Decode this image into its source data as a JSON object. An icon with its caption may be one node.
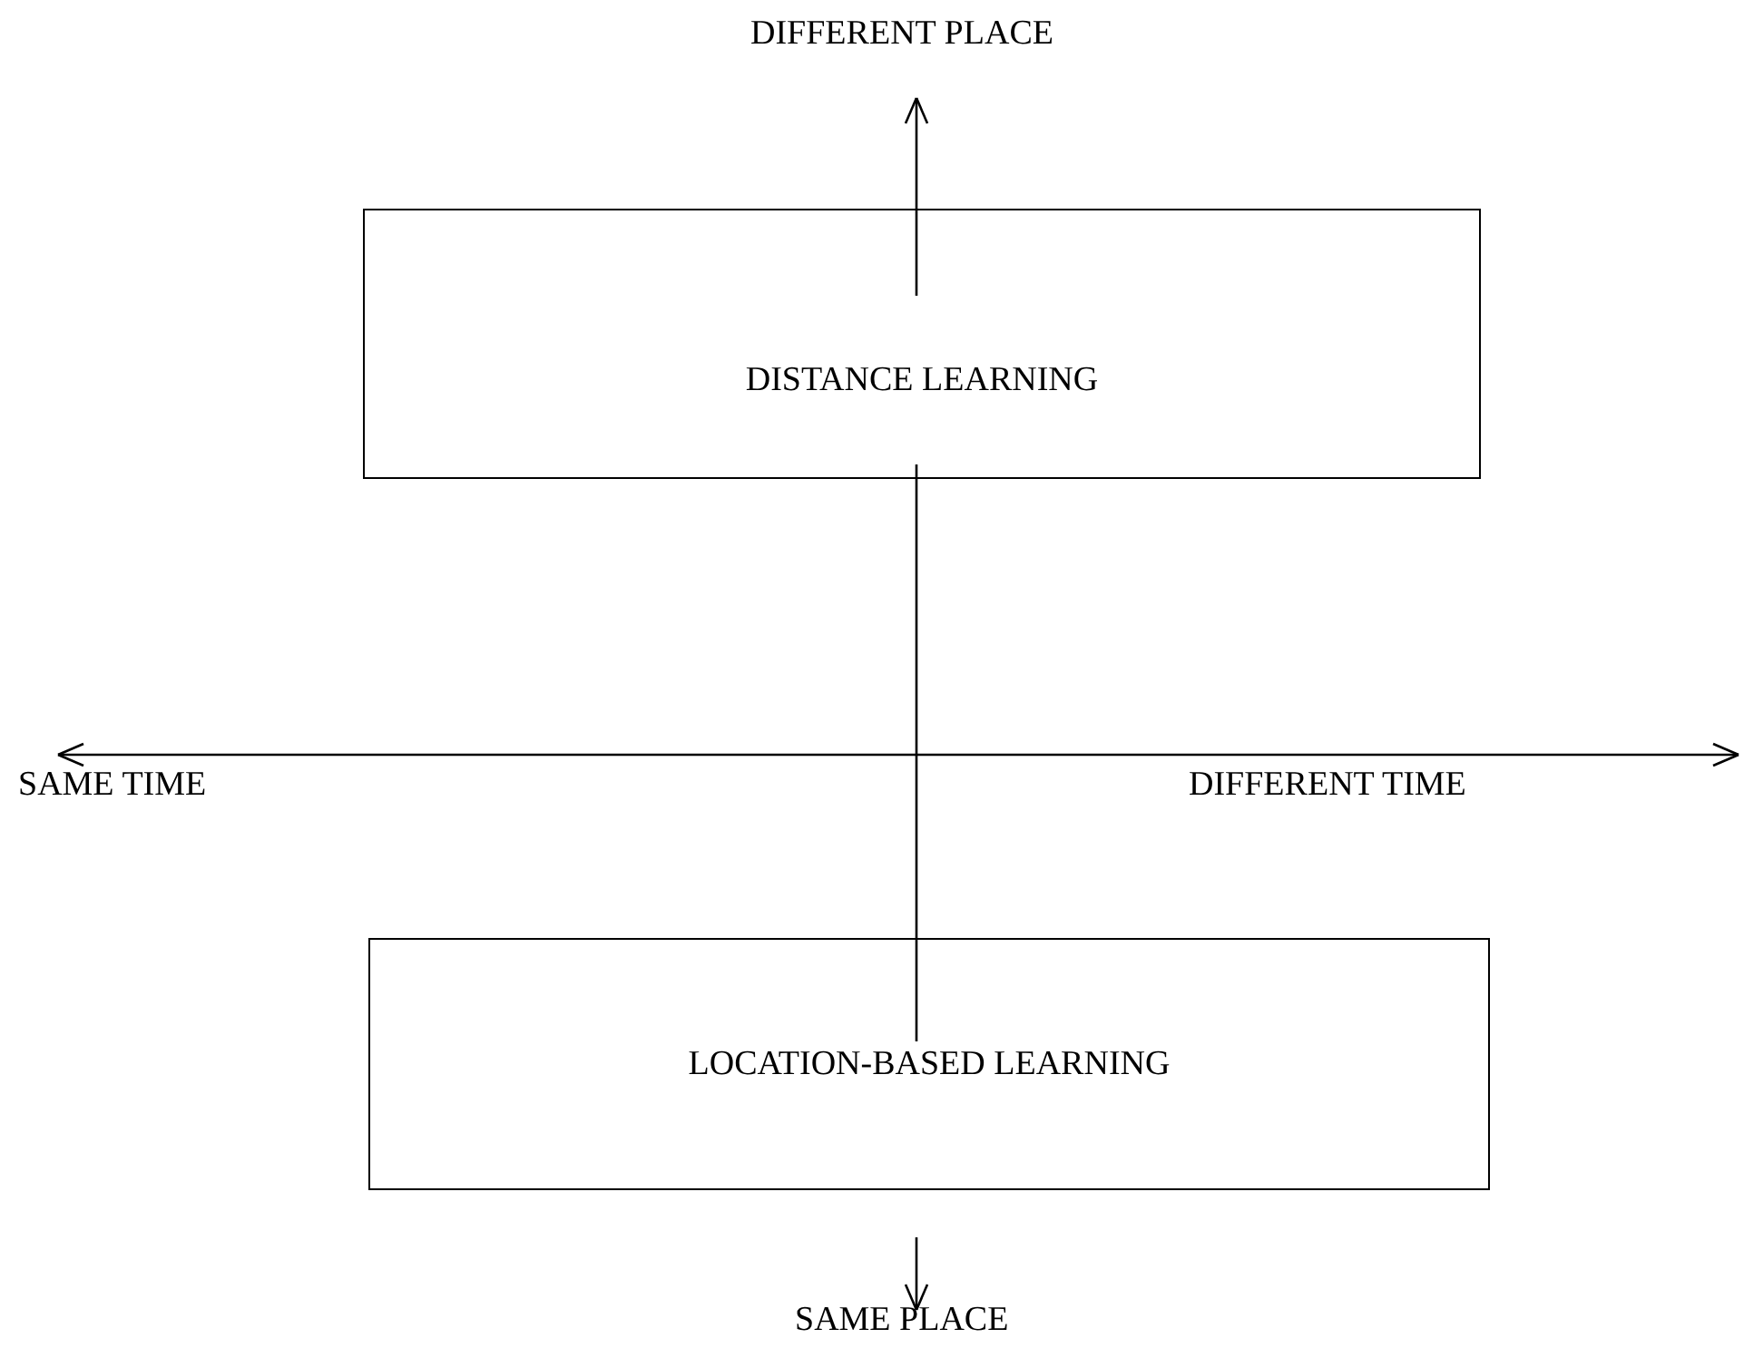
{
  "diagram": {
    "nodes": [
      {
        "text": [
          "DISTANCE LEARNING"
        ]
      },
      {
        "text": [
          "LOCATION-BASED LEARNING"
        ]
      }
    ],
    "labels": [
      "DIFFERENT PLACE",
      "SAME TIME",
      "DIFFERENT TIME",
      "SAME PLACE"
    ]
  }
}
